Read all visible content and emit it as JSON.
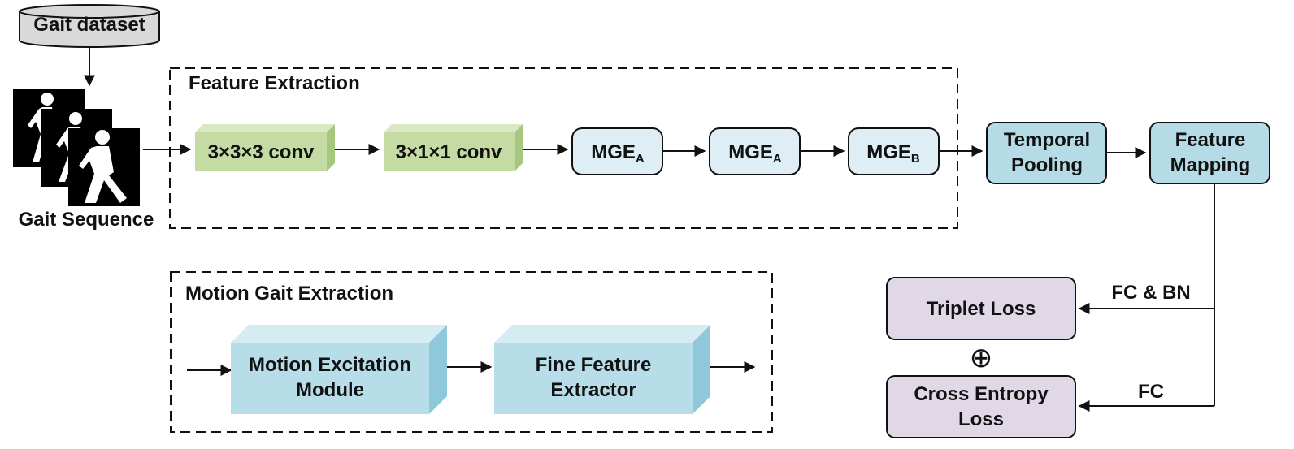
{
  "dataset": {
    "label": "Gait dataset"
  },
  "sequence": {
    "label": "Gait Sequence"
  },
  "feature_extraction": {
    "title": "Feature Extraction",
    "conv1": "3×3×3 conv",
    "conv2": "3×1×1 conv",
    "mge1": {
      "main": "MGE",
      "sub": "A"
    },
    "mge2": {
      "main": "MGE",
      "sub": "A"
    },
    "mge3": {
      "main": "MGE",
      "sub": "B"
    }
  },
  "temporal_pooling": {
    "line1": "Temporal",
    "line2": "Pooling"
  },
  "feature_mapping": {
    "line1": "Feature",
    "line2": "Mapping"
  },
  "motion_gait_extraction": {
    "title": "Motion Gait Extraction",
    "mem": {
      "line1": "Motion Excitation",
      "line2": "Module"
    },
    "ffe": {
      "line1": "Fine Feature",
      "line2": "Extractor"
    }
  },
  "losses": {
    "triplet": "Triplet Loss",
    "ce": {
      "line1": "Cross Entropy",
      "line2": "Loss"
    },
    "fcbn_label": "FC & BN",
    "fc_label": "FC",
    "combine_symbol": "⊕"
  },
  "colors": {
    "conv_front": "#c5dba4",
    "conv_top": "#d9e8c2",
    "conv_side": "#a7c77e",
    "mge_fill": "#deeef4",
    "pool_fill": "#b4dbe6",
    "cube_front": "#b7dde8",
    "cube_top": "#d5ecf3",
    "cube_side": "#8fc8da",
    "loss_fill": "#e0d8e7",
    "dataset_fill": "#d9d9d9",
    "stroke": "#111111"
  }
}
